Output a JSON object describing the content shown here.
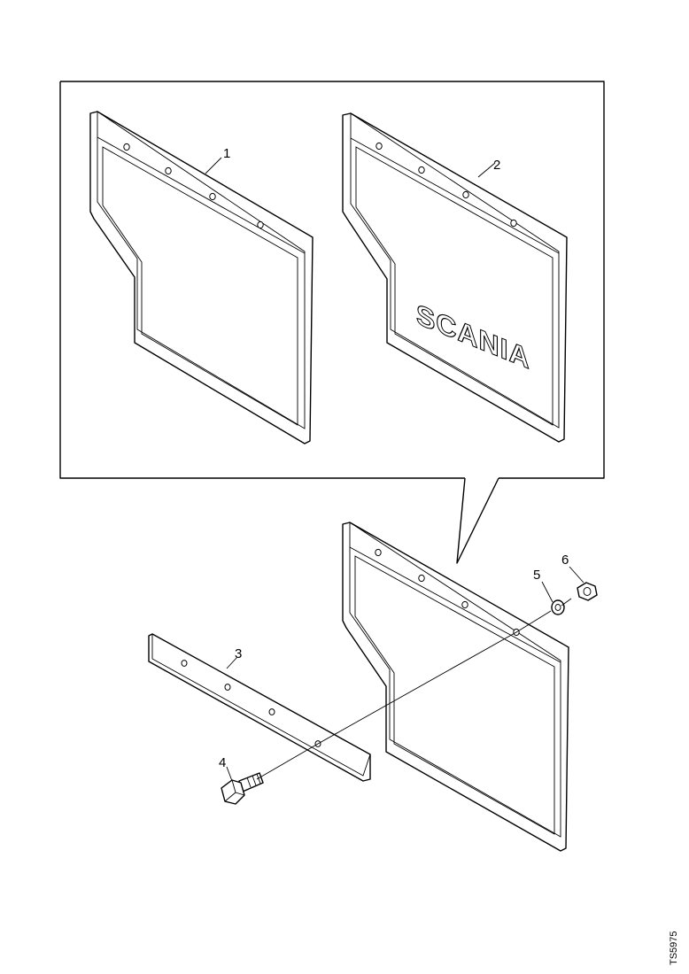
{
  "figure_id": "TS5975",
  "callouts": {
    "c1": "1",
    "c2": "2",
    "c3": "3",
    "c4": "4",
    "c5": "5",
    "c6": "6"
  },
  "logo_text": "SCANIA"
}
